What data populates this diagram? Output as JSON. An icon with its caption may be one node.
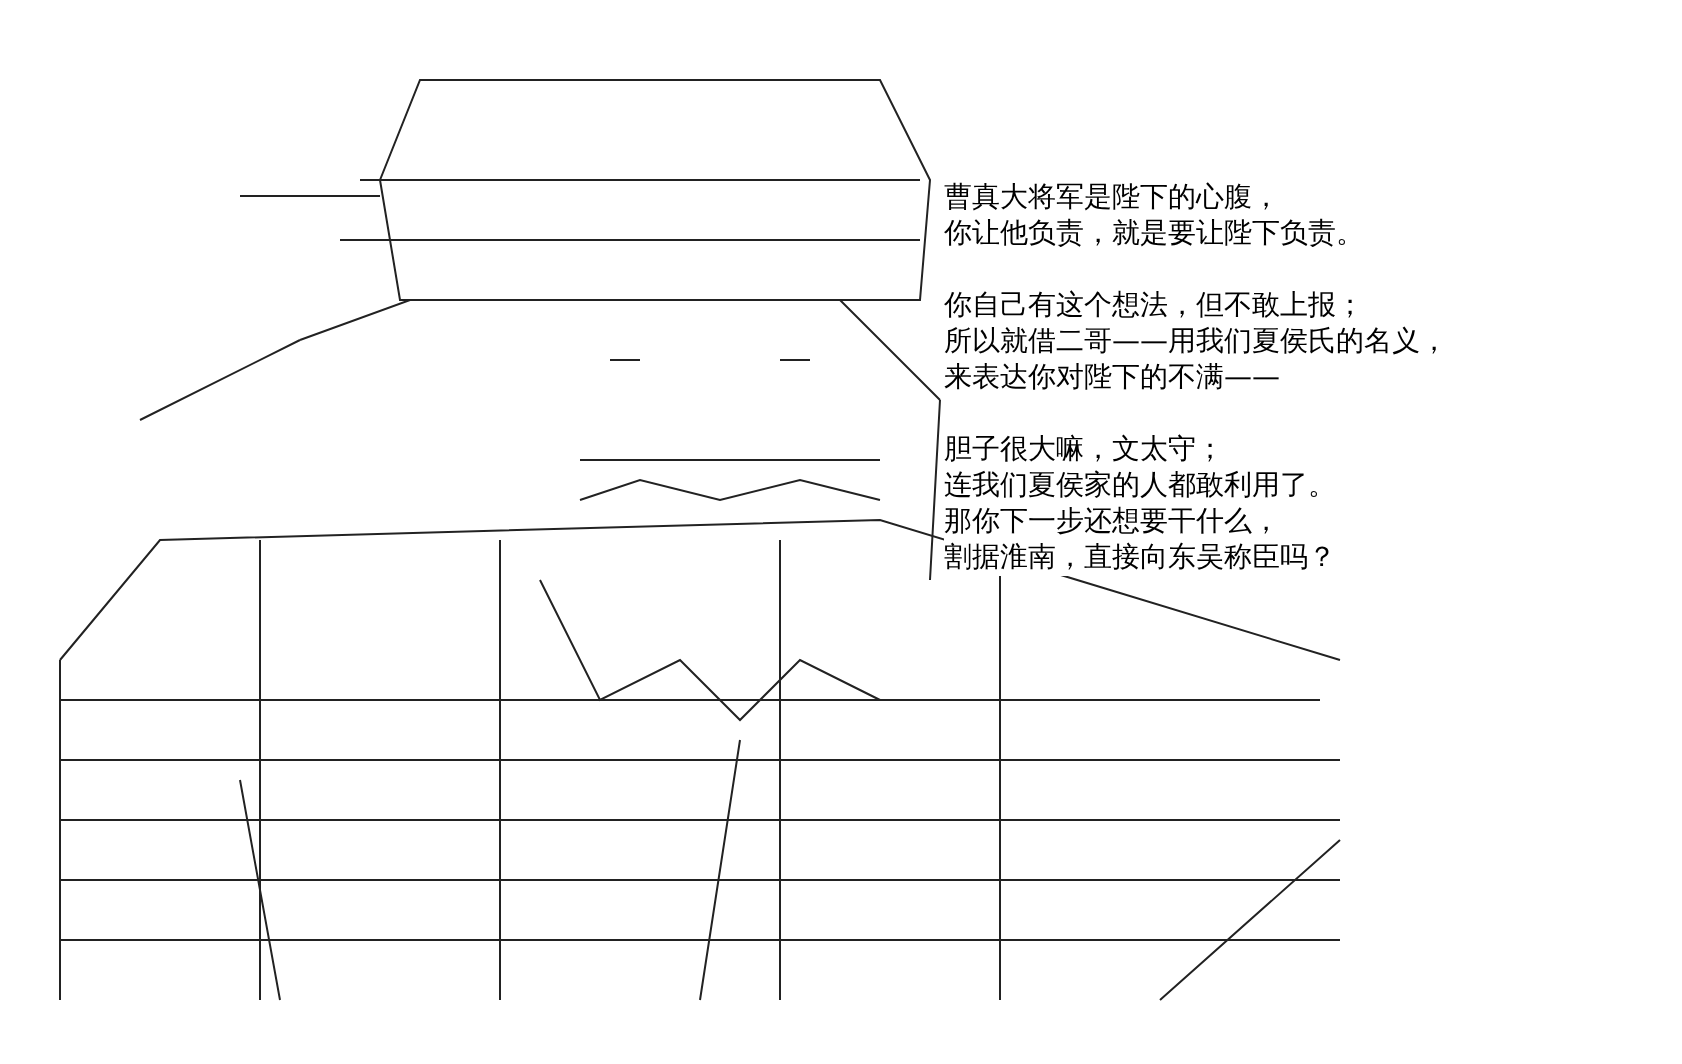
{
  "diagram": {
    "labels": [
      "曹真大将军是陛下的心腹，",
      "你让他负责，就是要让陛下负责。",
      "你自己有这个想法，但不敢上报；",
      "所以就借二哥——用我们夏侯氏的名义，",
      "来表达你对陛下的不满——",
      "胆子很大嘛，文太守；",
      "连我们夏侯家的人都敢利用了。",
      "那你下一步还想要干什么，",
      "割据淮南，直接向东吴称臣吗？"
    ]
  }
}
